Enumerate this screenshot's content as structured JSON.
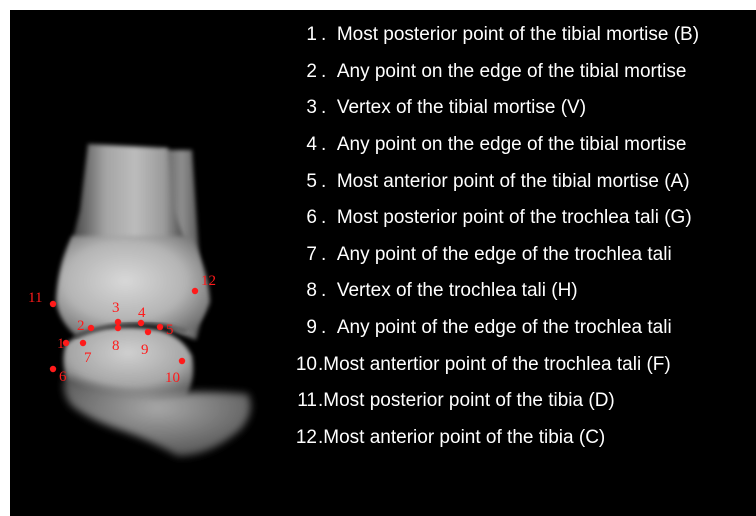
{
  "figure": {
    "landmarks": [
      {
        "num": "1",
        "text": "Most posterior point of the tibial mortise (B)"
      },
      {
        "num": "2",
        "text": "Any point on the edge of the tibial mortise"
      },
      {
        "num": "3",
        "text": "Vertex of the tibial mortise (V)"
      },
      {
        "num": "4",
        "text": "Any point on the edge of the tibial mortise"
      },
      {
        "num": "5",
        "text": "Most anterior point of the tibial mortise (A)"
      },
      {
        "num": "6",
        "text": "Most posterior point of the trochlea tali (G)"
      },
      {
        "num": "7",
        "text": "Any point of the edge of the trochlea tali"
      },
      {
        "num": "8",
        "text": "Vertex of the trochlea tali (H)"
      },
      {
        "num": "9",
        "text": "Any point of the edge of the trochlea tali"
      },
      {
        "num": "10",
        "text": "Most antertior point of the trochlea tali (F)"
      },
      {
        "num": "11",
        "text": "Most posterior point of the tibia (D)"
      },
      {
        "num": "12",
        "text": "Most anterior point of the tibia (C)"
      }
    ],
    "colors": {
      "background": "#000000",
      "landmark": "#ff1a1a",
      "legend_text": "#ffffff"
    }
  }
}
